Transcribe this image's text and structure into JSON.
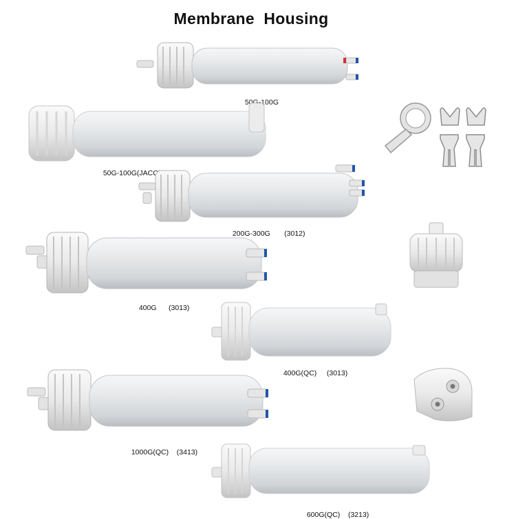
{
  "title": "Membrane  Housing",
  "products": [
    {
      "model": "50G-100G"
    },
    {
      "model": "50G-100G(JACO)"
    },
    {
      "model": "200G-300G",
      "code": "(3012)"
    },
    {
      "model": "400G",
      "code": "(3013)"
    },
    {
      "model": "400G(QC)",
      "code": "(3013)"
    },
    {
      "model": "1000G(QC)",
      "code": "(3413)"
    },
    {
      "model": "600G(QC)",
      "code": "(3213)"
    }
  ],
  "accessories": [
    {
      "icon": "wrench-and-clips-icon"
    },
    {
      "icon": "end-cap-icon"
    },
    {
      "icon": "elbow-connector-icon"
    }
  ],
  "colors": {
    "housing_body": "#e6e8ea",
    "housing_shadow": "#c5c8cc",
    "cap": "#efefef",
    "fitting_accent": "#2255aa"
  }
}
